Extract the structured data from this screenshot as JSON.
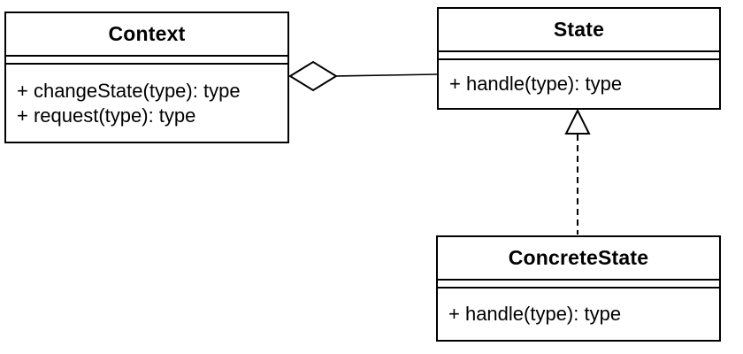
{
  "diagram": {
    "kind": "uml-class-diagram",
    "classes": [
      {
        "name": "Context",
        "attributes": [],
        "methods": [
          "+ changeState(type): type",
          "+ request(type): type"
        ]
      },
      {
        "name": "State",
        "attributes": [],
        "methods": [
          "+ handle(type): type"
        ]
      },
      {
        "name": "ConcreteState",
        "attributes": [],
        "methods": [
          "+ handle(type): type"
        ]
      }
    ],
    "relationships": [
      {
        "type": "aggregation",
        "from": "Context",
        "to": "State",
        "marker": "hollow-diamond",
        "line": "solid"
      },
      {
        "type": "realization",
        "from": "ConcreteState",
        "to": "State",
        "marker": "hollow-triangle",
        "line": "dashed"
      }
    ],
    "colors": {
      "stroke": "#000000",
      "fill": "#ffffff",
      "background": "#ffffff"
    }
  }
}
